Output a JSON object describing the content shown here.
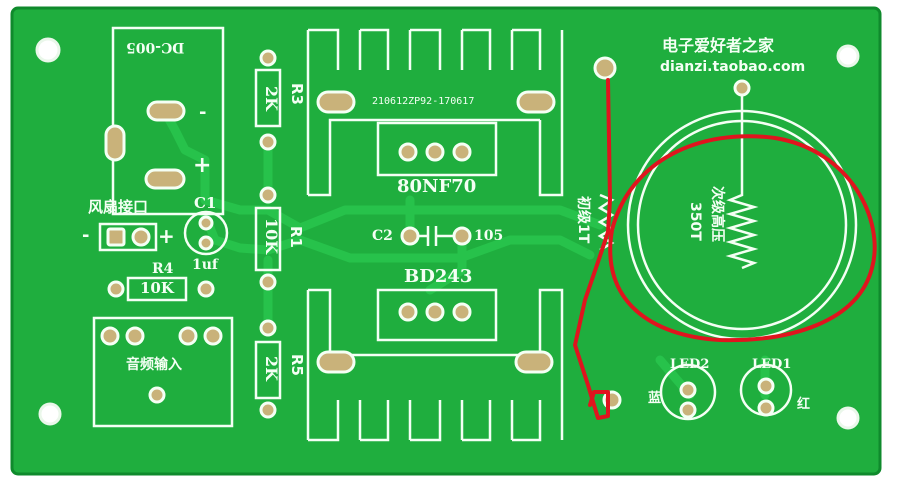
{
  "colors": {
    "board": "#1fae3e",
    "board_edge": "#0f8a2c",
    "trace": "#27c24b",
    "silk": "#f4fff4",
    "copper": "#c9b27a",
    "marker": "#e0141e",
    "background": "#ffffff"
  },
  "silkscreen": {
    "brand": "电子爱好者之家",
    "brand_url": "dianzi.taobao.com",
    "dc_jack": "DC-005",
    "minus": "-",
    "plus": "+",
    "fan_port": "风扇接口",
    "fan_minus": "-",
    "fan_plus": "+",
    "c1": "C1",
    "c1_value": "1uf",
    "r4": "R4",
    "r4_value": "10K",
    "r3": "R3",
    "r3_value": "2K",
    "r1": "R1",
    "r1_value": "10K",
    "r5": "R5",
    "r5_value": "2K",
    "audio_input": "音频输入",
    "pcb_code": "210612ZP92-170617",
    "q1": "80NF70",
    "c2": "C2",
    "c2_value": "105",
    "q2": "BD243",
    "primary_coil": "初级1T",
    "secondary_coil": "次级高压",
    "secondary_turns": "350T",
    "led2": "LED2",
    "led2_color": "蓝",
    "led1": "LED1",
    "led1_color": "红"
  }
}
